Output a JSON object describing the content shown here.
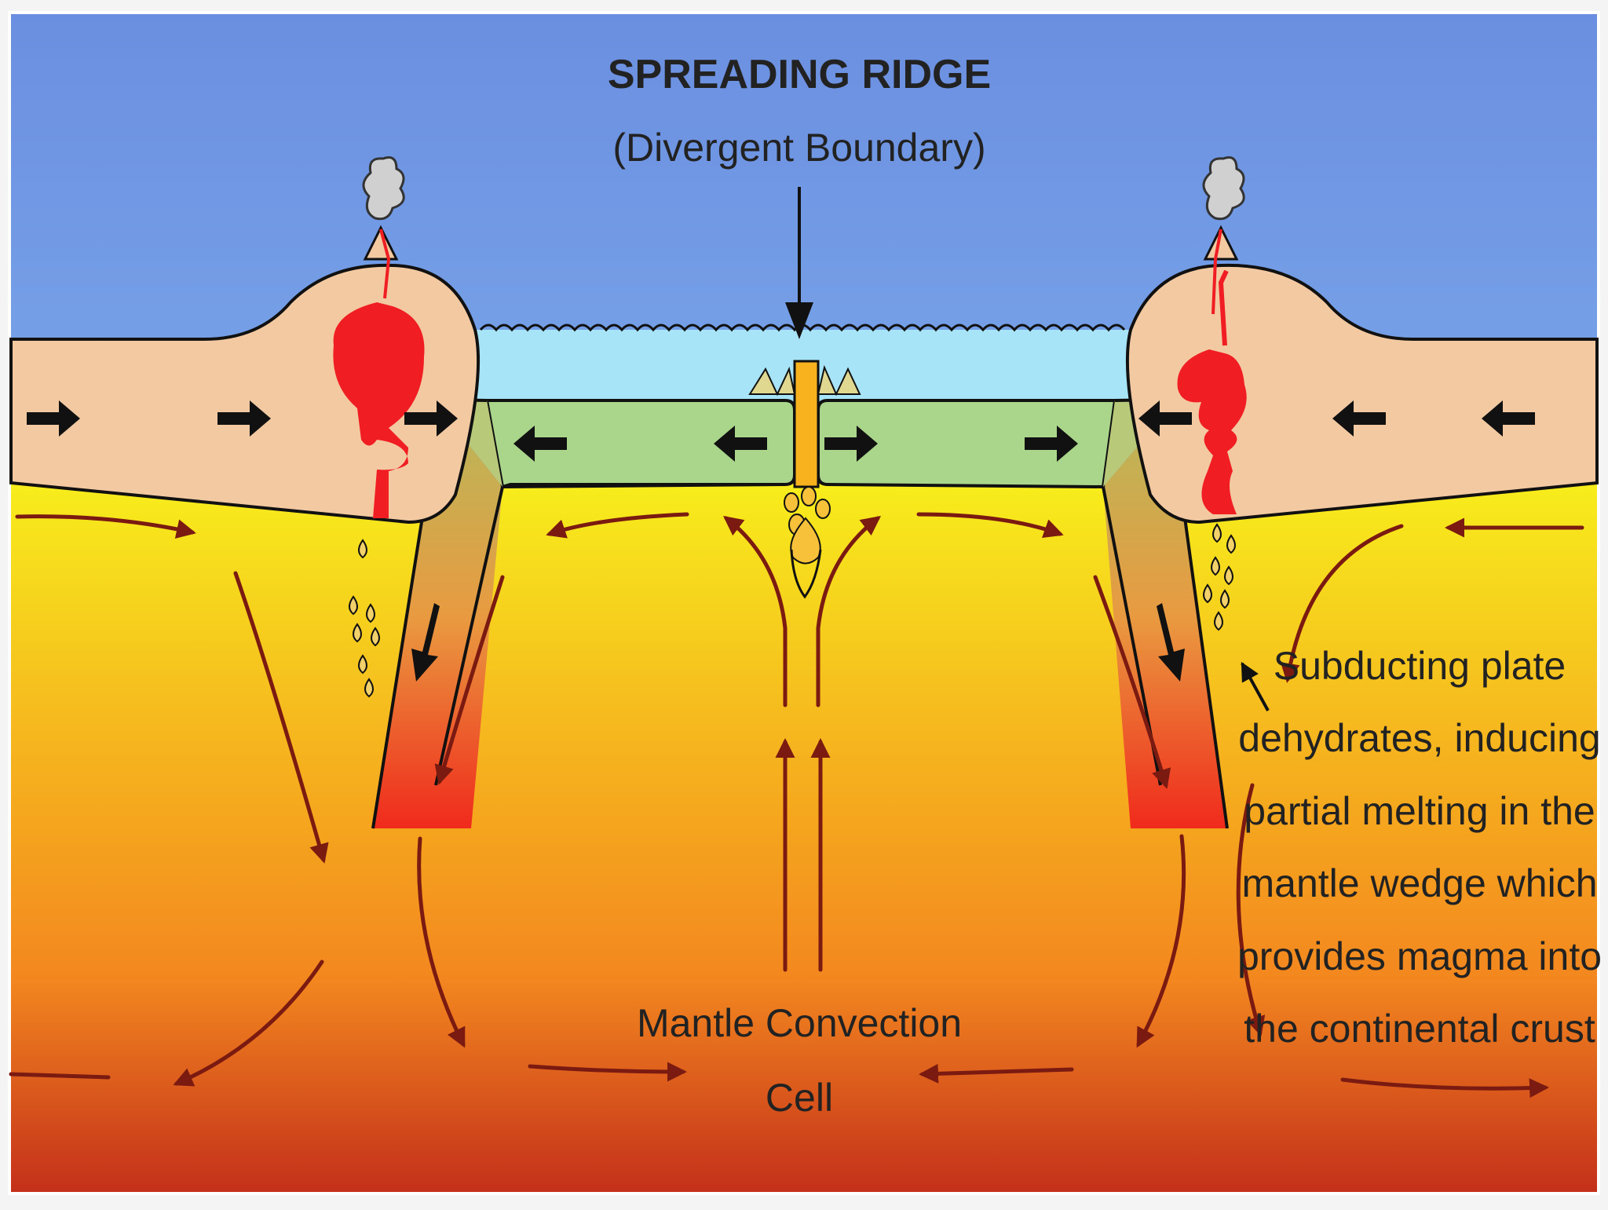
{
  "title": "SPREADING RIDGE",
  "subtitle": "(Divergent Boundary)",
  "labels": {
    "mantle_line1": "Mantle Convection",
    "mantle_line2": "Cell",
    "subduct_lines": [
      "Subducting plate",
      "dehydrates, inducing",
      "partial melting in the",
      "mantle wedge which",
      "provides magma into",
      "the continental crust"
    ]
  },
  "colors": {
    "ocean": "#6f9fe6",
    "shallow_water": "#a8e4f7",
    "continental_crust": "#f3c9a1",
    "oceanic_plate": "#a9d68a",
    "magma": "#f01e23",
    "mantle_top": "#f5e61f",
    "mantle_mid": "#f59a20",
    "mantle_bottom": "#c9341b",
    "flow_arrow": "#7a1a10",
    "outline": "#111111"
  },
  "icons": [
    "volcano-plume-icon",
    "plate-motion-arrow-icon",
    "convection-arrow-icon"
  ]
}
